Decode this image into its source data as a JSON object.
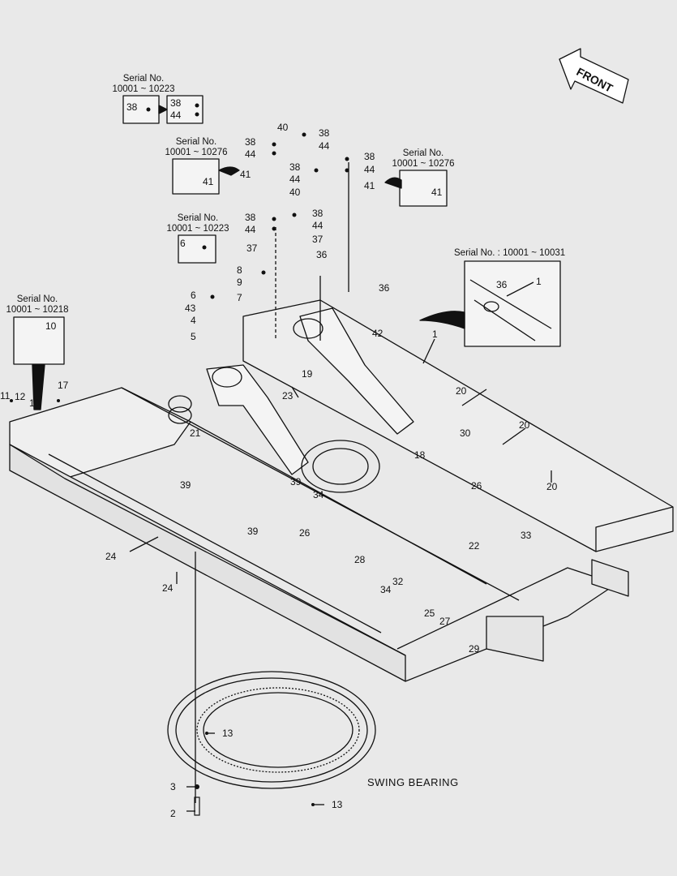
{
  "direction_label": "FRONT",
  "component_label": "SWING BEARING",
  "serial_notes": {
    "a": {
      "title": "Serial No.",
      "range": "10001 ~ 10223"
    },
    "b": {
      "title": "Serial No.",
      "range": "10001 ~ 10276"
    },
    "c": {
      "title": "Serial No.",
      "range": "10001 ~ 10276"
    },
    "d": {
      "title": "Serial No.",
      "range": "10001 ~ 10223"
    },
    "e": {
      "title": "Serial No.",
      "range": "10001 ~ 10218"
    },
    "f": {
      "text": "Serial No. : 10001 ~ 10031"
    }
  },
  "parts": {
    "p1": "1",
    "p2": "2",
    "p3": "3",
    "p4": "4",
    "p5": "5",
    "p6": "6",
    "p7": "7",
    "p8": "8",
    "p9": "9",
    "p10": "10",
    "p11": "11",
    "p12": "12",
    "p13": "13",
    "p17": "17",
    "p18": "18",
    "p19": "19",
    "p20": "20",
    "p21": "21",
    "p22": "22",
    "p23": "23",
    "p24": "24",
    "p25": "25",
    "p26": "26",
    "p27": "27",
    "p28": "28",
    "p29": "29",
    "p30": "30",
    "p32": "32",
    "p33": "33",
    "p34": "34",
    "p36": "36",
    "p37": "37",
    "p38": "38",
    "p39": "39",
    "p40": "40",
    "p41": "41",
    "p42": "42",
    "p43": "43",
    "p44": "44"
  }
}
